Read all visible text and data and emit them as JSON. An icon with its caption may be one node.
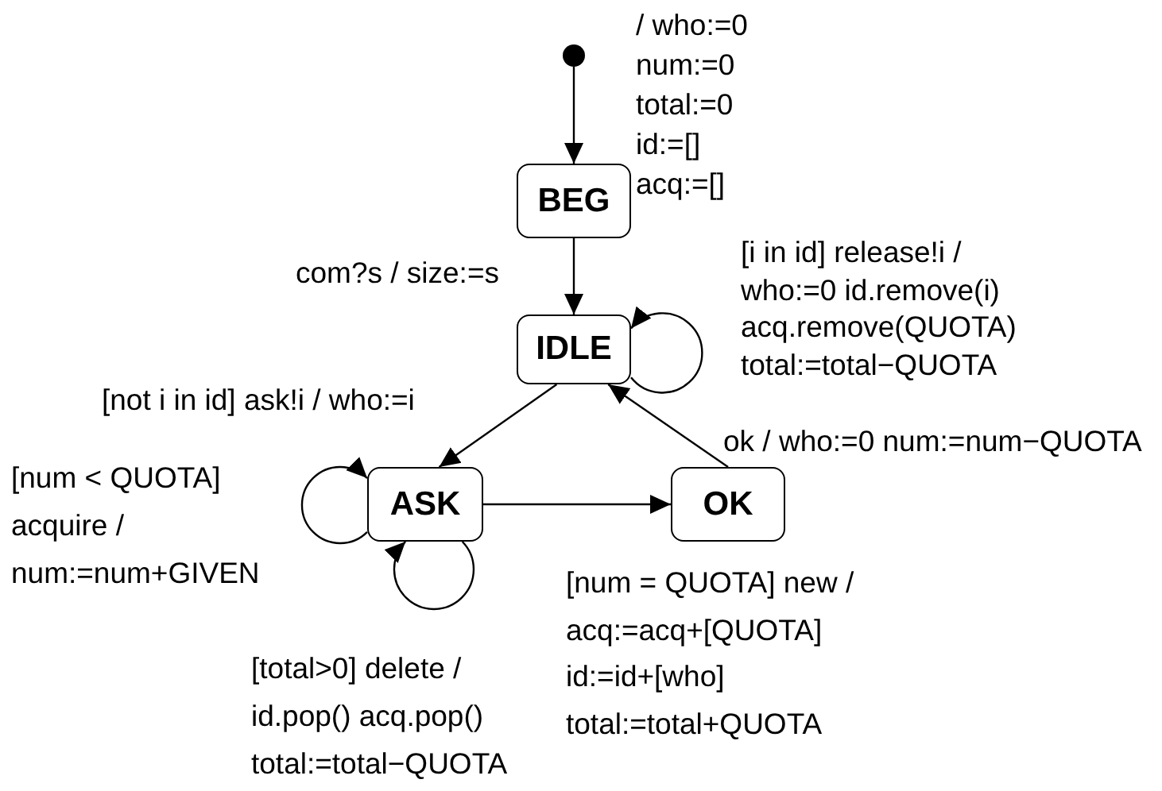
{
  "diagram": {
    "nodes": [
      {
        "text": [],
        "shape": "circle"
      },
      {
        "text": [
          "BEG"
        ]
      },
      {
        "text": [
          "IDLE"
        ]
      },
      {
        "text": [
          "ASK"
        ]
      },
      {
        "text": [
          "OK"
        ]
      }
    ],
    "edges": [
      {
        "from": 0,
        "to": 1,
        "arrow": "to",
        "label": "/ who:=0 num:=0 total:=0 id:=[] acq:=[]"
      },
      {
        "from": 1,
        "to": 2,
        "arrow": "to",
        "label": "com?s / size:=s"
      },
      {
        "from": 2,
        "to": 2,
        "arrow": "to",
        "label": "[i in id] release!i / who:=0 id.remove(i) acq.remove(QUOTA) total:=total−QUOTA"
      },
      {
        "from": 2,
        "to": 3,
        "arrow": "to",
        "label": "[not i in id] ask!i / who:=i"
      },
      {
        "from": 3,
        "to": 3,
        "arrow": "to",
        "label": "[num < QUOTA] acquire / num:=num+GIVEN"
      },
      {
        "from": 3,
        "to": 3,
        "arrow": "to",
        "label": "[total>0] delete / id.pop() acq.pop() total:=total−QUOTA"
      },
      {
        "from": 3,
        "to": 4,
        "arrow": "to",
        "label": "[num = QUOTA] new / acq:=acq+[QUOTA] id:=id+[who] total:=total+QUOTA"
      },
      {
        "from": 4,
        "to": 2,
        "arrow": "to",
        "label": "ok / who:=0 num:=num−QUOTA"
      }
    ]
  }
}
